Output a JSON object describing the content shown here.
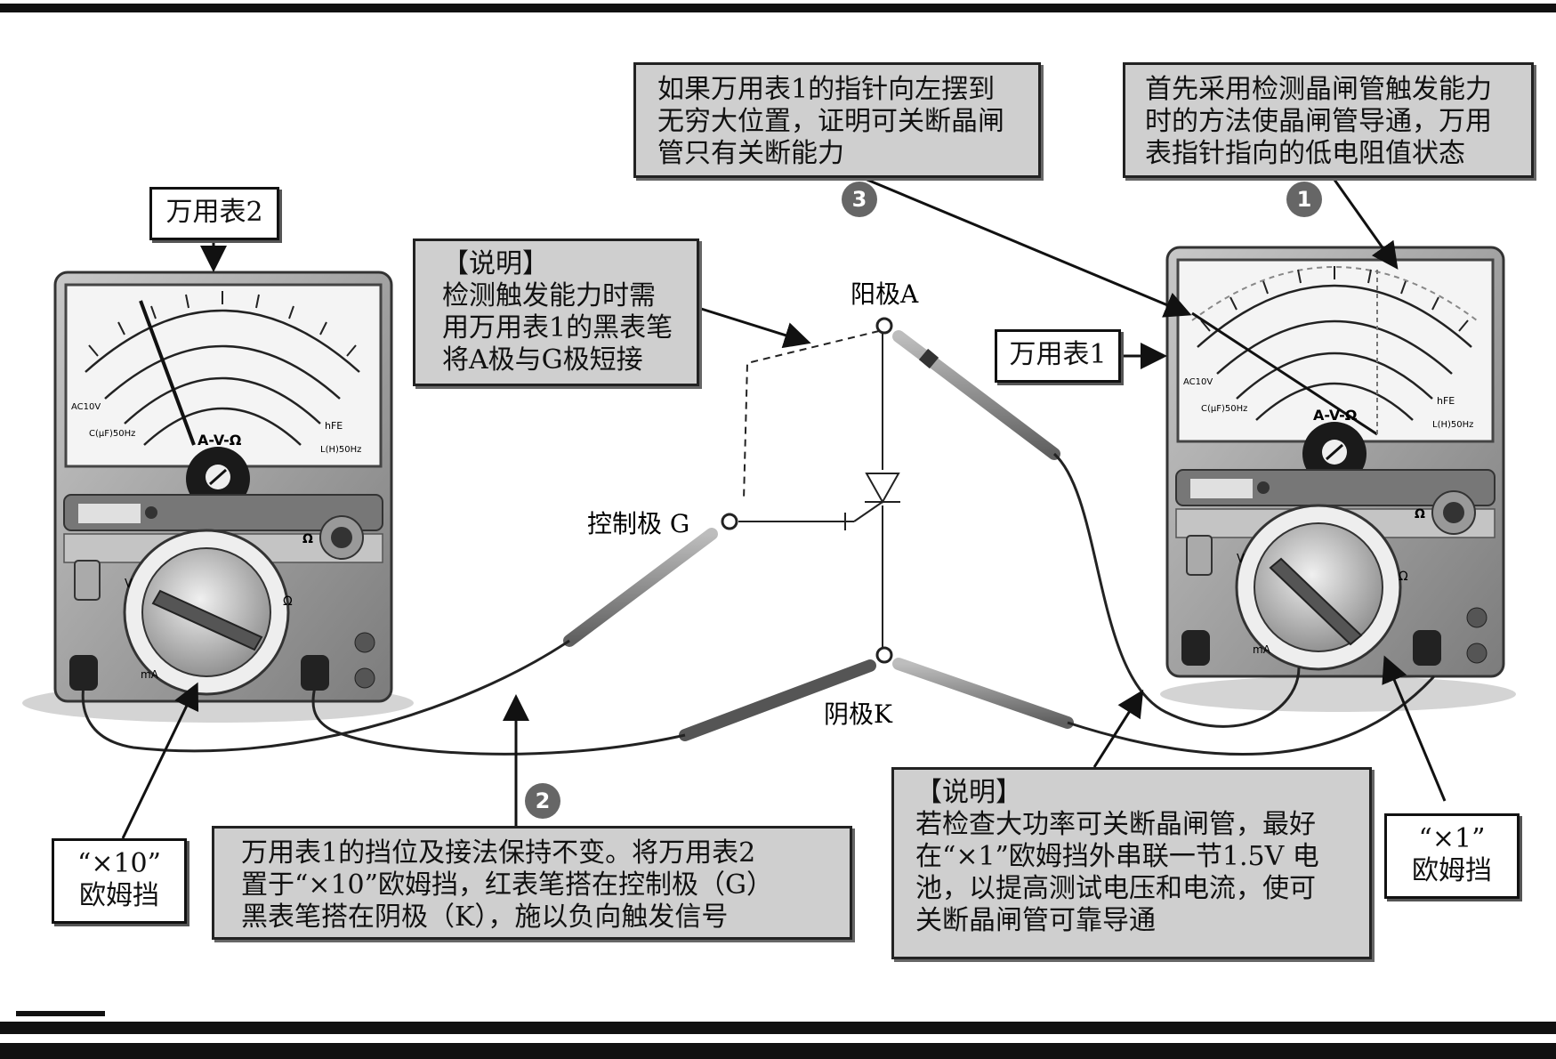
{
  "labels": {
    "meter2": "万用表2",
    "meter1": "万用表1",
    "anode": "阳极A",
    "gate": "控制极 G",
    "cathode": "阴极K",
    "x10_range": "“×10”\n欧姆挡",
    "x1_range": "“×1”\n欧姆挡"
  },
  "callouts": {
    "note_top_left": "【说明】\n检测触发能力时需\n用万用表1的黑表笔\n将A极与G极短接",
    "step3": "如果万用表1的指针向左摆到\n无穷大位置，证明可关断晶闸\n管只有关断能力",
    "step1": "首先采用检测晶闸管触发能力\n时的方法使晶闸管导通，万用\n表指针指向的低电阻值状态",
    "step2": "万用表1的挡位及接法保持不变。将万用表2\n置于“×10”欧姆挡，红表笔搭在控制极（G）\n黑表笔搭在阴极（K），施以负向触发信号",
    "note_bottom_right": "【说明】\n若检查大功率可关断晶闸管，最好\n在“×1”欧姆挡外串联一节1.5V 电\n池，以提高测试电压和电流，使可\n关断晶闸管可靠导通"
  },
  "steps": {
    "s1": "1",
    "s2": "2",
    "s3": "3"
  },
  "meter_text": {
    "func": "A-V-Ω",
    "ac": "AC10V",
    "cap": "C(μF)50Hz",
    "ind": "L(H)50Hz",
    "hfe": "hFE",
    "ohm": "Ω",
    "ma": "mA",
    "v": "V"
  },
  "colors": {
    "box_fill": "#cfcfcf",
    "meter_body": "#9a9a9a",
    "meter_face": "#f4f4f4",
    "probe": "#8a8a8a",
    "step_badge": "#666666"
  }
}
